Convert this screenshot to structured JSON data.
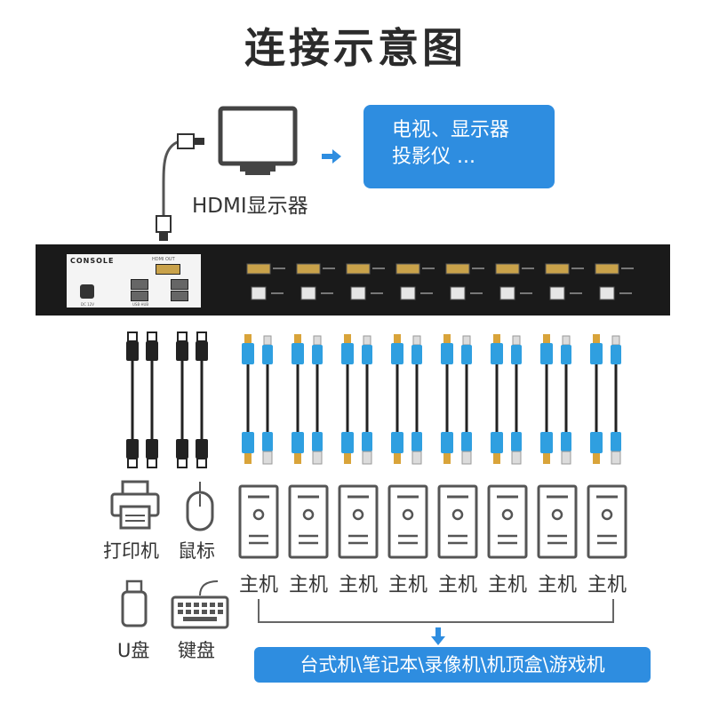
{
  "title": "连接示意图",
  "monitor": {
    "label": "HDMI显示器",
    "icon": "monitor-icon"
  },
  "display_targets": {
    "line1": "电视、显示器",
    "line2": "投影仪  ..."
  },
  "kvm": {
    "console_label": "CONSOLE",
    "hdmi_out_label": "HDMI OUT",
    "usb_hub_label": "USB HUB",
    "dc_label": "DC 12V",
    "port_count": 8
  },
  "devices": [
    {
      "label": "打印机",
      "icon": "printer-icon"
    },
    {
      "label": "鼠标",
      "icon": "mouse-icon"
    },
    {
      "label": "U盘",
      "icon": "usb-drive-icon"
    },
    {
      "label": "键盘",
      "icon": "keyboard-icon"
    }
  ],
  "hosts": [
    "主机",
    "主机",
    "主机",
    "主机",
    "主机",
    "主机",
    "主机",
    "主机"
  ],
  "bottom_text": "台式机\\笔记本\\录像机\\机顶盒\\游戏机",
  "colors": {
    "accent": "#2e8de0",
    "cable_blue": "#2f9fe0",
    "kvm_body": "#1a1a1a",
    "text": "#333333"
  }
}
